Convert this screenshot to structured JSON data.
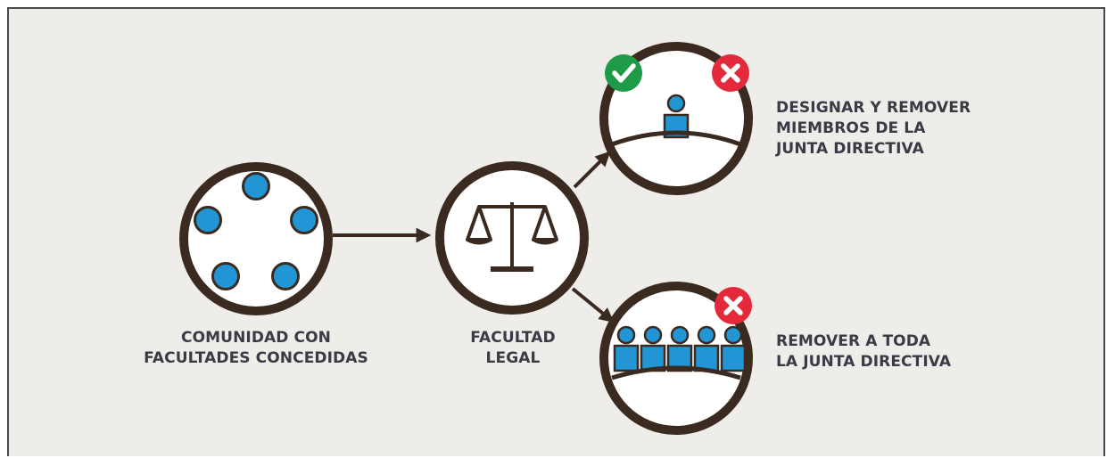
{
  "colors": {
    "background": "#eeedea",
    "outline": "#3a2a20",
    "blue": "#2295d4",
    "green": "#1f9b48",
    "red": "#e4293a",
    "text": "#3b3a45"
  },
  "labels": {
    "community": [
      "COMUNIDAD CON",
      "FACULTADES CONCEDIDAS"
    ],
    "legal": [
      "FACULTAD",
      "LEGAL"
    ],
    "designate": [
      "DESIGNAR Y REMOVER",
      "MIEMBROS DE LA",
      "JUNTA DIRECTIVA"
    ],
    "remove_all": [
      "REMOVER A TODA",
      "LA JUNTA DIRECTIVA"
    ]
  },
  "icons": {
    "community": "community-circle-icon",
    "legal": "scales-of-justice-icon",
    "designate": "single-member-icon",
    "remove_all": "full-board-icon",
    "approve": "check-badge-icon",
    "deny": "cross-badge-icon"
  }
}
